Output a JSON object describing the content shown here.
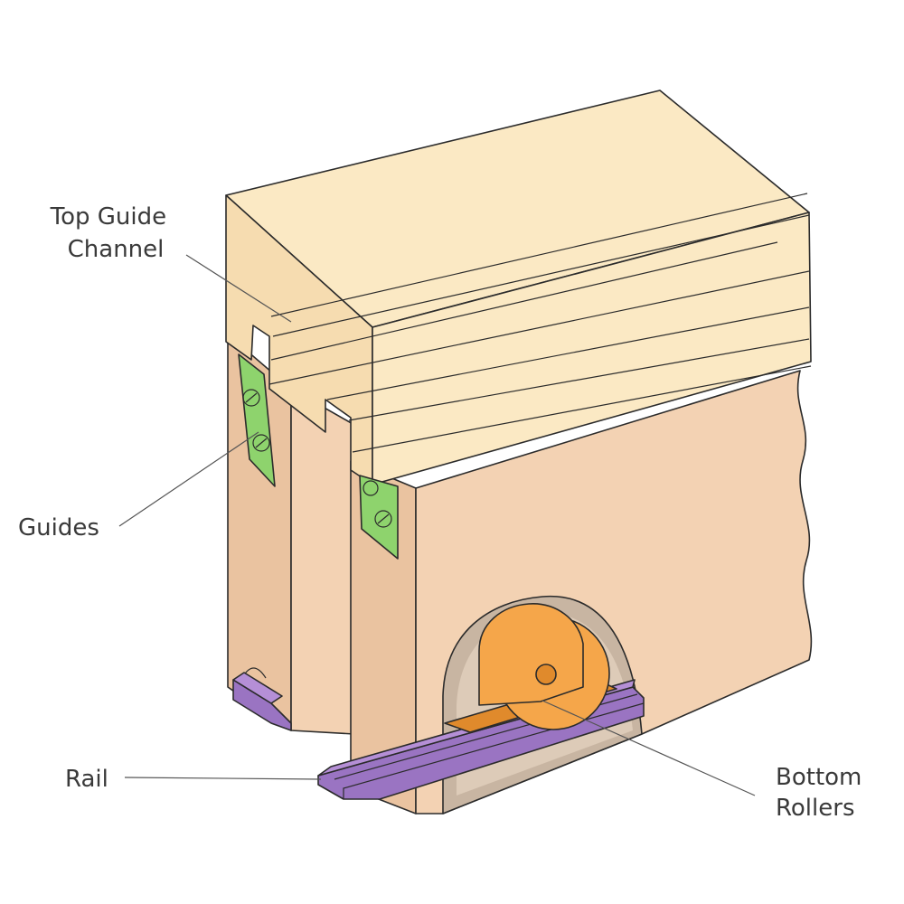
{
  "labels": {
    "top_guide_line1": "Top Guide",
    "top_guide_line2": "Channel",
    "guides": "Guides",
    "rail": "Rail",
    "bottom_line1": "Bottom",
    "bottom_line2": "Rollers"
  },
  "colors": {
    "header": "#fbe9c4",
    "header_side": "#f6dcb0",
    "door_front": "#f3d2b3",
    "door_side": "#eac3a0",
    "guide_plate": "#8ed36d",
    "rail": "#b58fd6",
    "rail_dark": "#9a74c2",
    "roller": "#f5a64a",
    "roller_dark": "#e08a2c",
    "cavity": "#c8b5a2"
  }
}
